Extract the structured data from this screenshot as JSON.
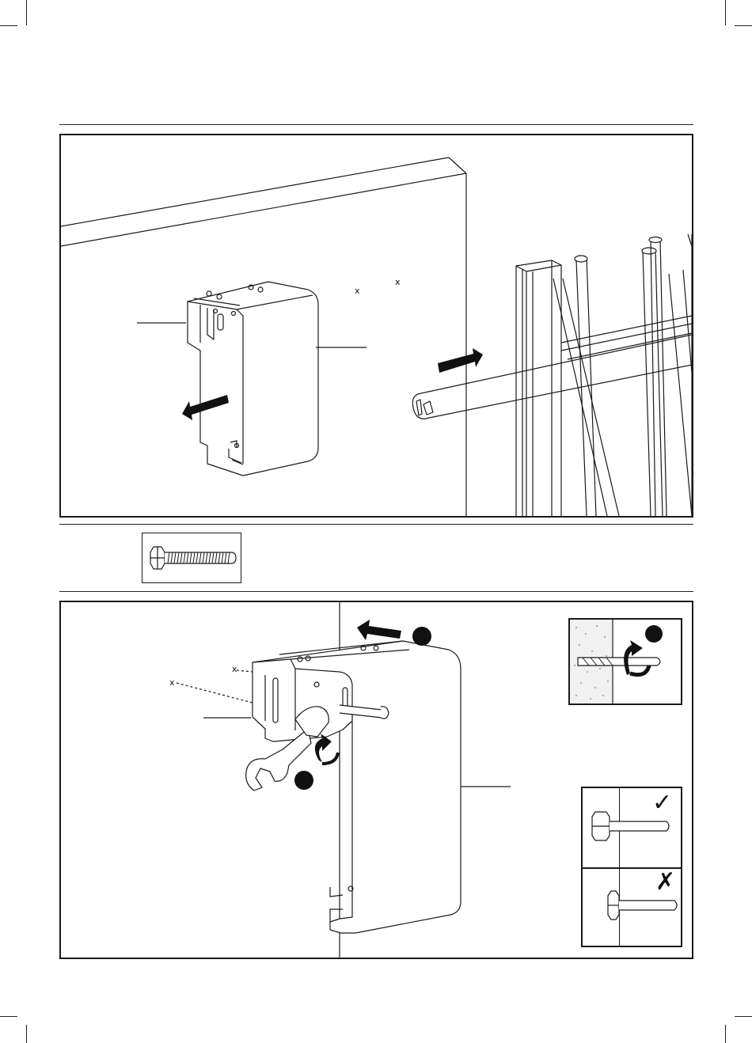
{
  "page": {
    "crop_marks": true
  },
  "step1": {
    "marks": [
      "x",
      "x"
    ],
    "arrows": [
      "arrow-left",
      "arrow-right"
    ]
  },
  "parts": {
    "bolt_icon": "hex-bolt-icon"
  },
  "step2": {
    "marks": [
      "x",
      "x"
    ],
    "check_symbol": "✓",
    "cross_symbol": "✗",
    "icons": [
      "wrench-icon",
      "drill-bit-icon",
      "rotate-arrow-icon",
      "hex-bolt-icon"
    ]
  },
  "colors": {
    "line": "#1a1a1a",
    "fill": "#ffffff",
    "arrow": "#111111",
    "concrete": "#f1f1f1"
  }
}
